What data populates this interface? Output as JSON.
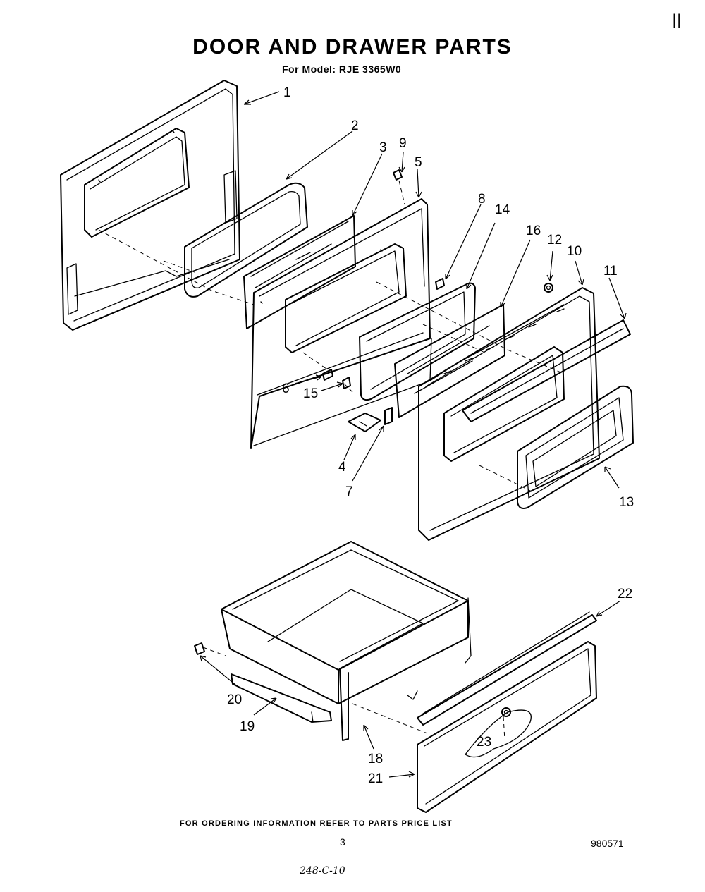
{
  "header": {
    "title": "DOOR AND DRAWER PARTS",
    "subtitle": "For Model: RJE 3365W0"
  },
  "callouts": [
    "1",
    "2",
    "3",
    "9",
    "5",
    "8",
    "14",
    "16",
    "12",
    "10",
    "11",
    "6",
    "15",
    "4",
    "7",
    "13",
    "22",
    "20",
    "19",
    "18",
    "23",
    "21"
  ],
  "footer": {
    "ordering_note": "FOR ORDERING INFORMATION REFER TO PARTS PRICE LIST",
    "page_number": "3",
    "document_number": "980571",
    "handwritten_note": "248-C-10"
  },
  "margin_mark": "||"
}
